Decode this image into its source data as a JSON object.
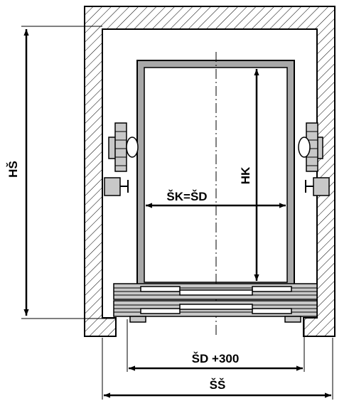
{
  "labels": {
    "shaft_height": "HŠ",
    "car_height": "HK",
    "car_width": "ŠK=ŠD",
    "door_width_plus": "ŠD +300",
    "shaft_width": "ŠŠ"
  },
  "colors": {
    "line": "#000000",
    "car_frame": "#a8a8a8",
    "component_fill": "#c8c8c8",
    "background": "#ffffff"
  }
}
